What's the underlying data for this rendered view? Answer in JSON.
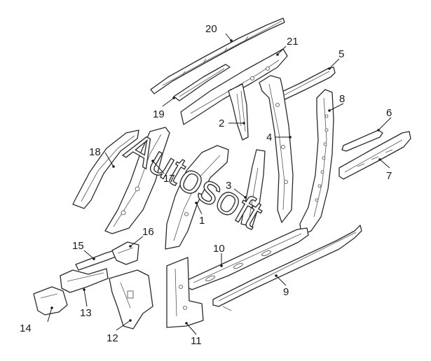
{
  "watermark": "Autosoft",
  "callouts": [
    {
      "id": "p1",
      "label": "1"
    },
    {
      "id": "p2",
      "label": "2"
    },
    {
      "id": "p3",
      "label": "3"
    },
    {
      "id": "p4",
      "label": "4"
    },
    {
      "id": "p5",
      "label": "5"
    },
    {
      "id": "p6",
      "label": "6"
    },
    {
      "id": "p7",
      "label": "7"
    },
    {
      "id": "p8",
      "label": "8"
    },
    {
      "id": "p9",
      "label": "9"
    },
    {
      "id": "p10",
      "label": "10"
    },
    {
      "id": "p11",
      "label": "11"
    },
    {
      "id": "p12",
      "label": "12"
    },
    {
      "id": "p13",
      "label": "13"
    },
    {
      "id": "p14",
      "label": "14"
    },
    {
      "id": "p15",
      "label": "15"
    },
    {
      "id": "p16",
      "label": "16"
    },
    {
      "id": "p17",
      "label": "17"
    },
    {
      "id": "p18",
      "label": "18"
    },
    {
      "id": "p19",
      "label": "19"
    },
    {
      "id": "p20",
      "label": "20"
    },
    {
      "id": "p21",
      "label": "21"
    }
  ]
}
